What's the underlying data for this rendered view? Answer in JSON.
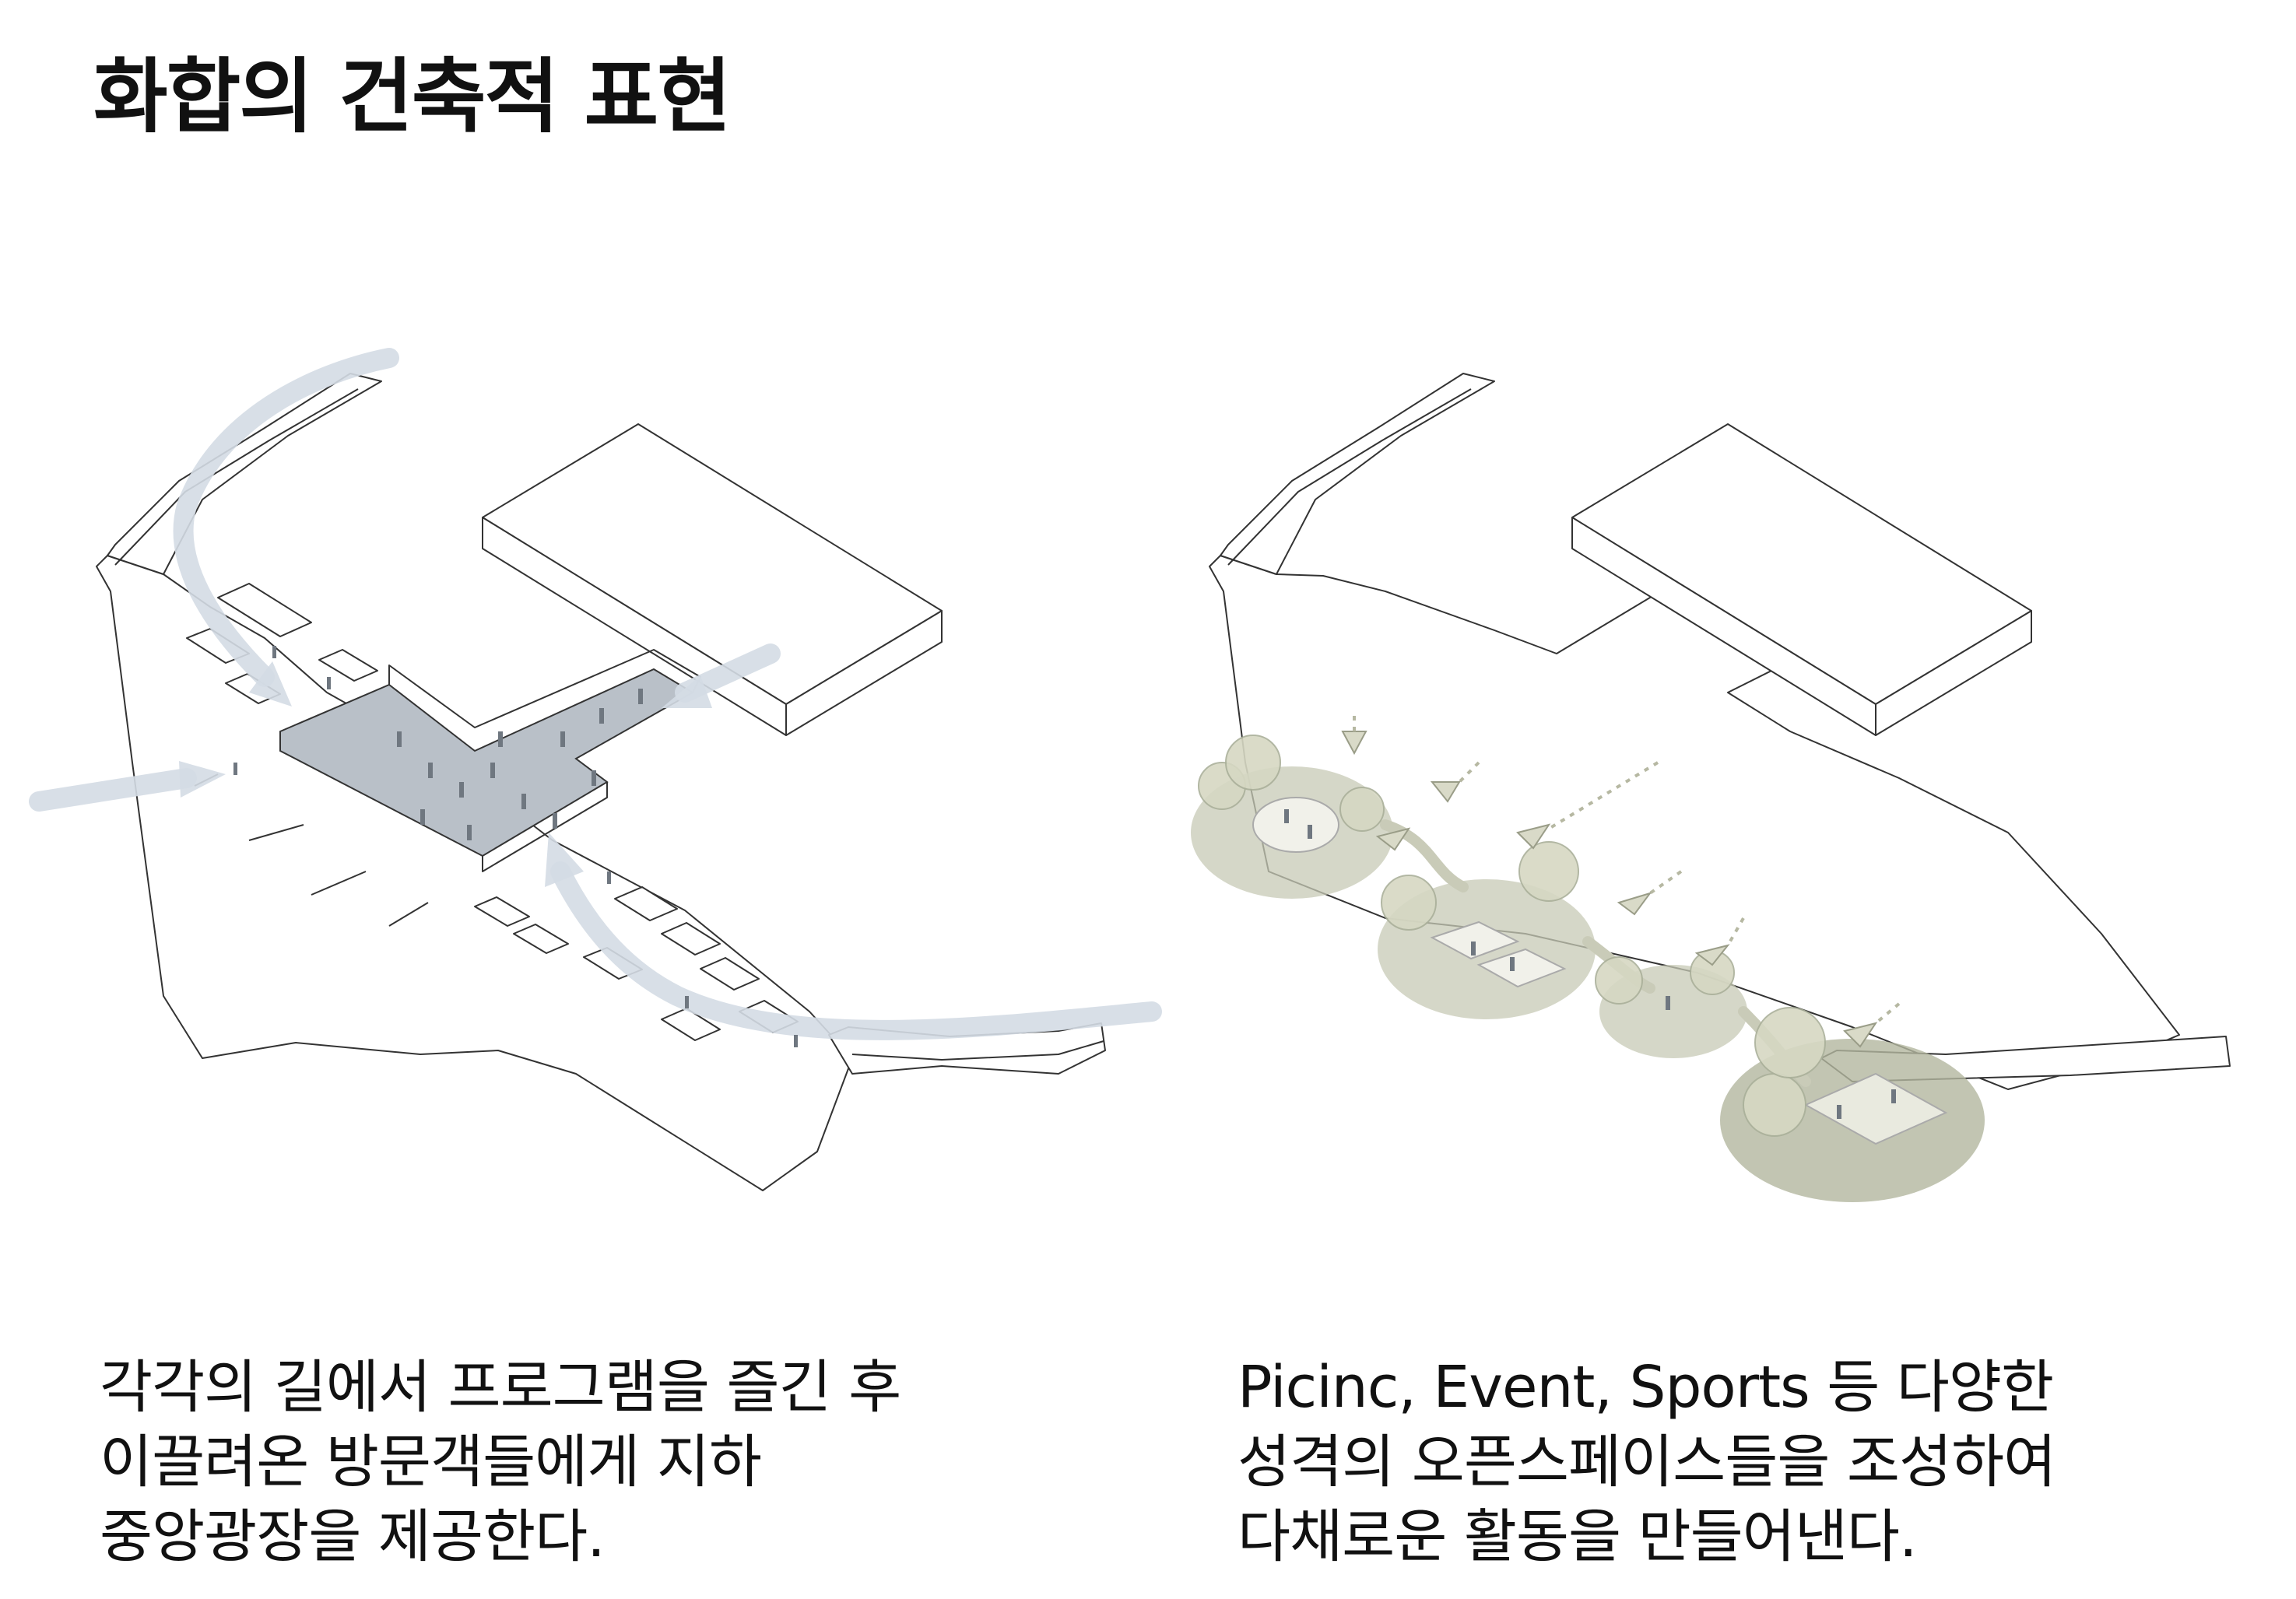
{
  "header": {
    "title": "화합의 건축적 표현"
  },
  "left_panel": {
    "caption_lines": [
      "각각의 길에서 프로그램을 즐긴 후",
      "이끌려온 방문객들에게 지하",
      "중앙광장을 제공한다."
    ]
  },
  "right_panel": {
    "caption_lines": [
      "Picinc, Event, Sports 등 다양한",
      "성격의 오픈스페이스들을 조성하여",
      "다채로운 활동을 만들어낸다."
    ]
  },
  "colors": {
    "flow_arrow": "#d4dce4",
    "plaza": "#b9c0c8",
    "open_space": "#c7c9b6",
    "line": "#333333"
  }
}
